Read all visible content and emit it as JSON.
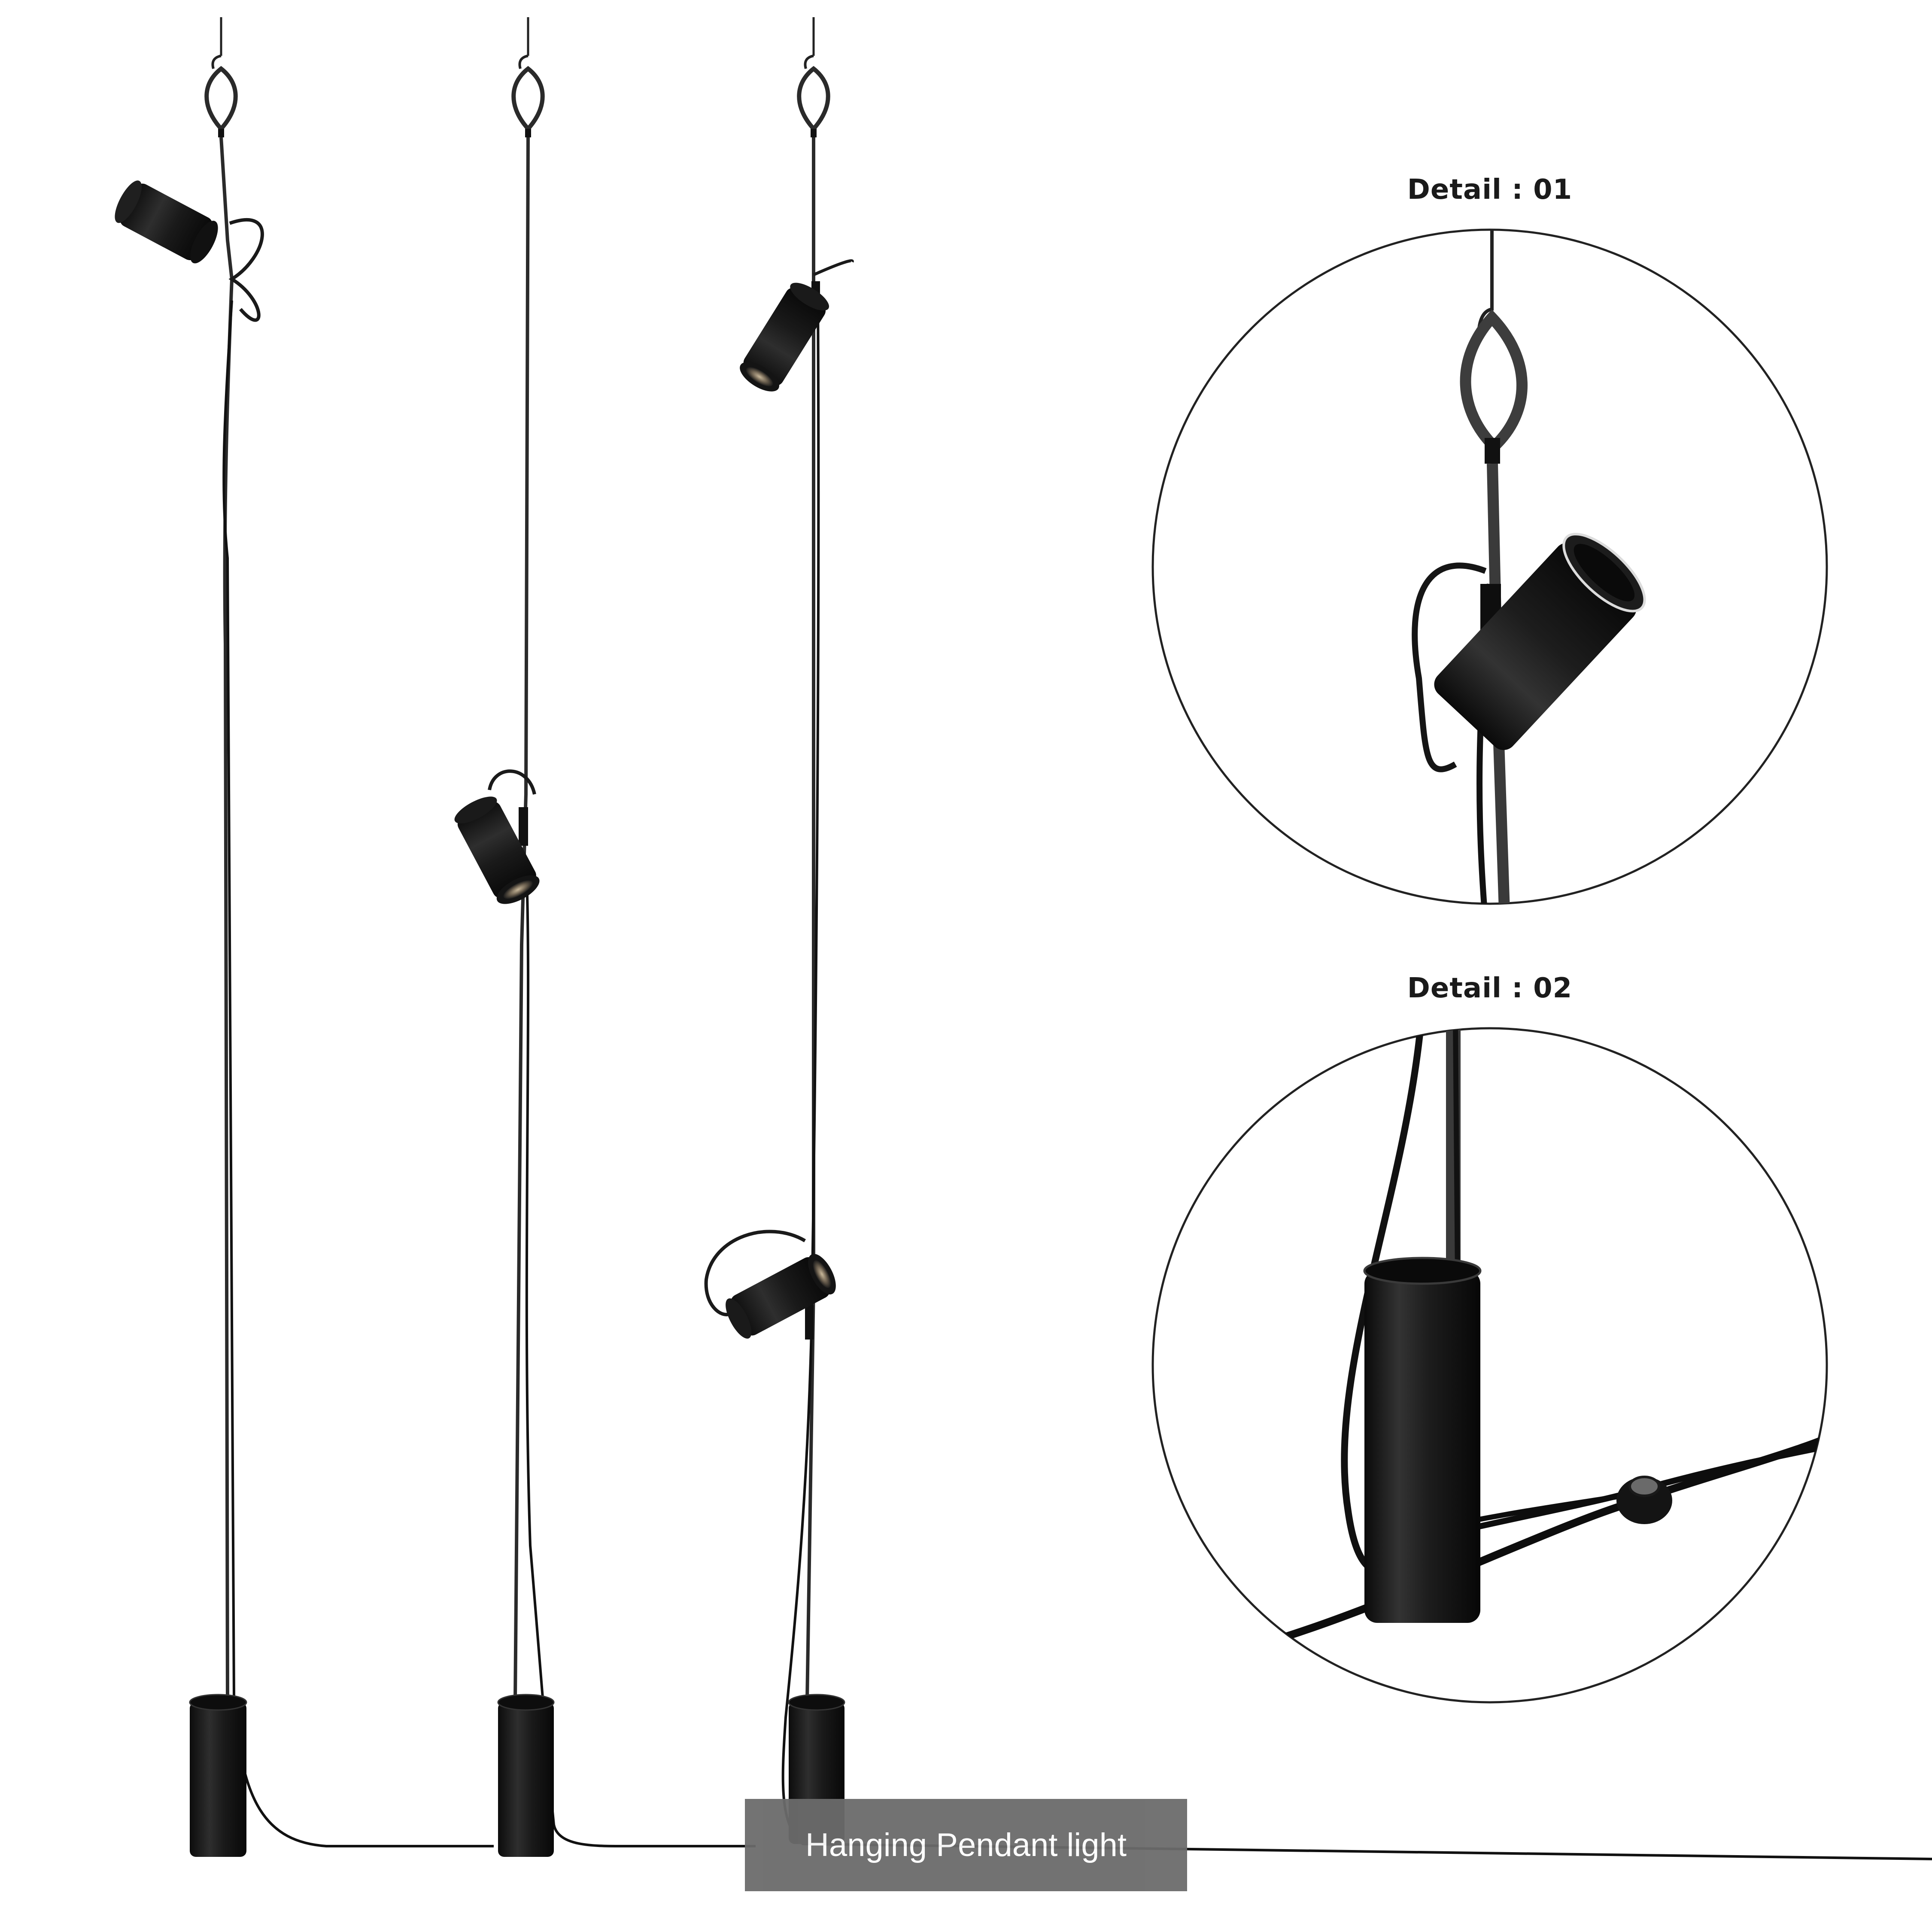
{
  "details": [
    {
      "label": "Detail : 01"
    },
    {
      "label": "Detail : 02"
    }
  ],
  "caption": "Hanging Pendant light",
  "colors": {
    "background": "#ffffff",
    "fixture": "#1c1c1c",
    "cord": "#2a2a2a",
    "caption_bg": "#6b6b6b",
    "caption_text": "#ffffff"
  },
  "icons": [
    "hanging-hook-icon",
    "spotlight-icon",
    "cylinder-base-icon",
    "inline-switch-icon"
  ]
}
